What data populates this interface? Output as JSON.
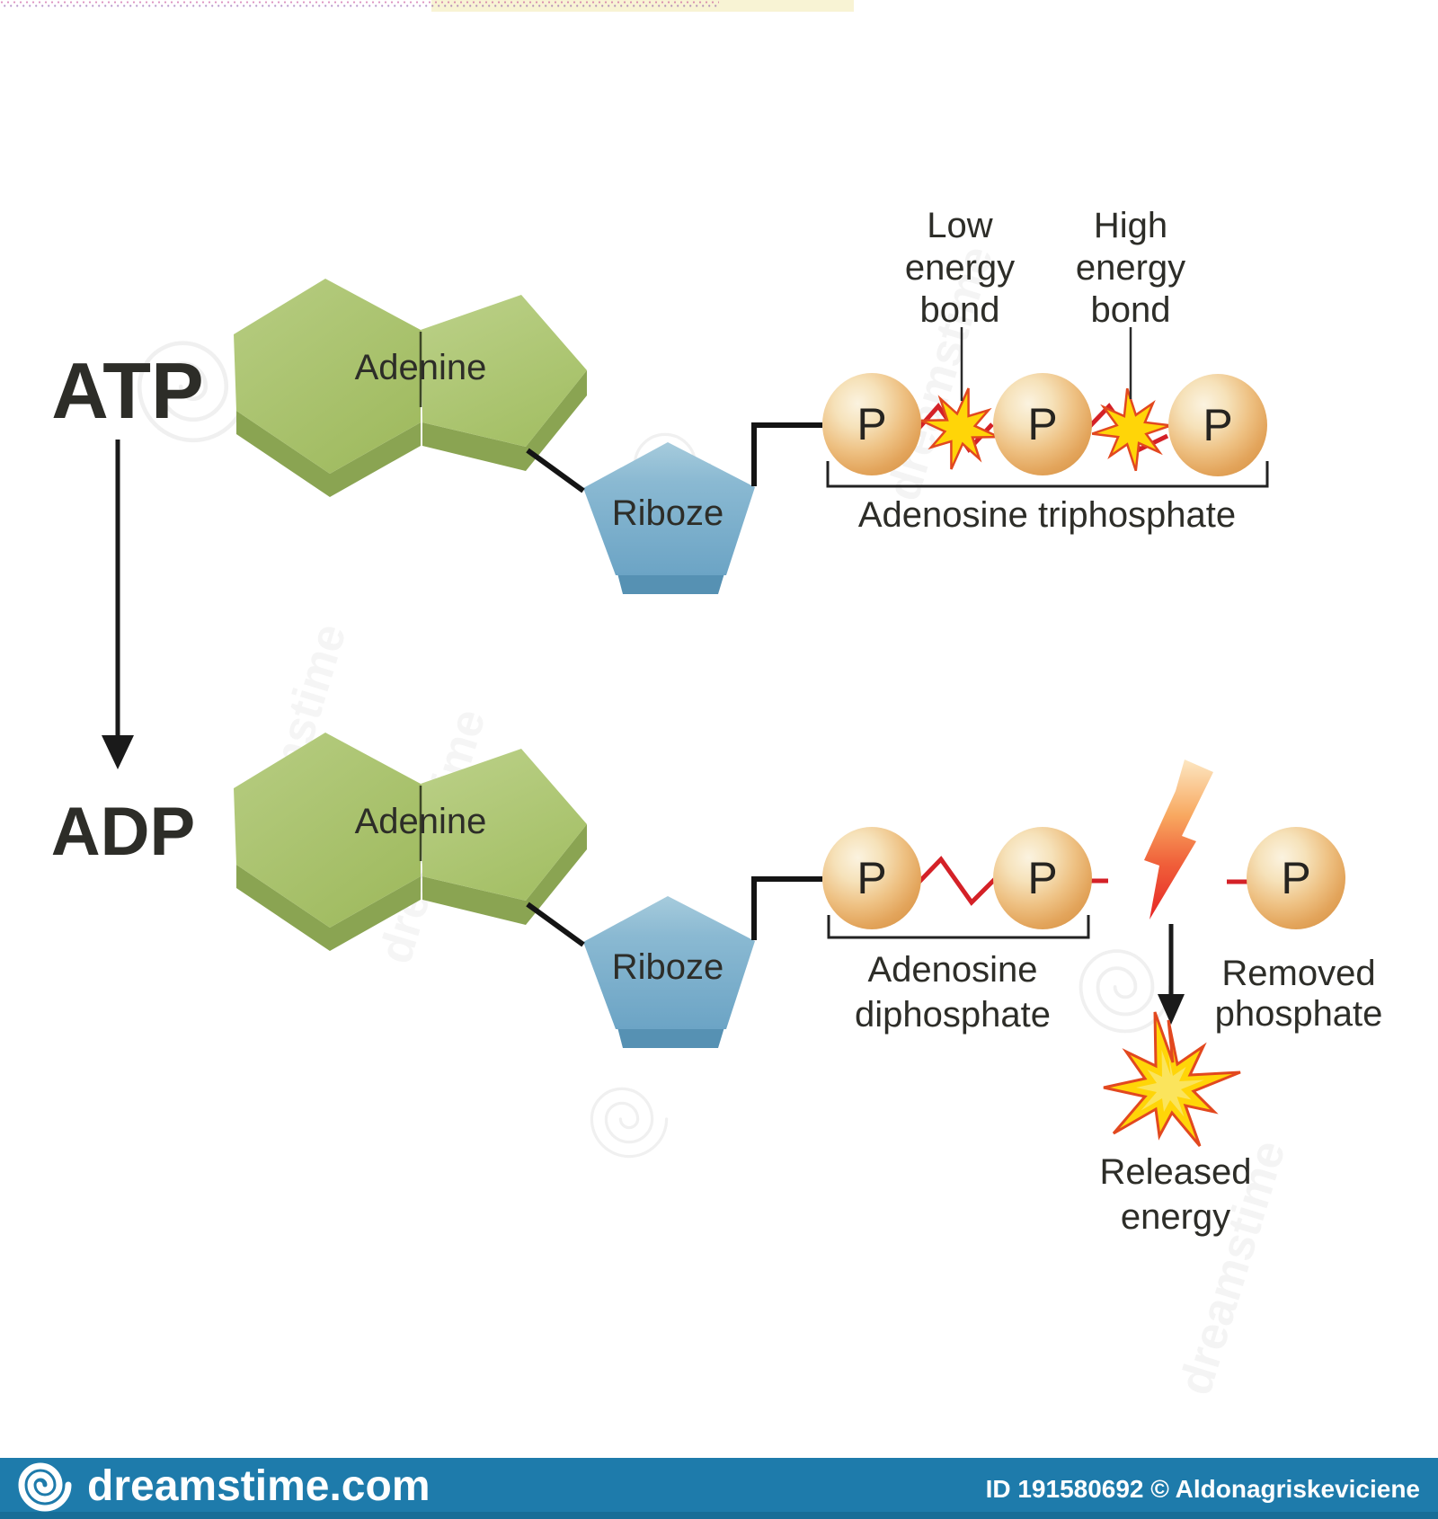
{
  "colors": {
    "green_main": "#a7c169",
    "green_light": "#b8cd85",
    "green_dark": "#8aa452",
    "blue_main": "#7badc9",
    "blue_light": "#a6cbdc",
    "blue_dark": "#5691b3",
    "sphere_light": "#fbf2dd",
    "sphere_dark": "#dc9a4e",
    "bond_red": "#d42127",
    "star_yellow": "#ffd508",
    "star_inner": "#fbe566",
    "star_outline": "#e2481f",
    "lightning_top": "#fce7c2",
    "lightning_bottom": "#e62525",
    "text_dark": "#2d2d28",
    "footer_blue": "#1e7bab",
    "footer_blue_dark": "#186d97"
  },
  "molecule": {
    "adenine_label": "Adenine",
    "ribose_label": "Riboze"
  },
  "atp": {
    "label": "ATP",
    "phosphates": [
      "P",
      "P",
      "P"
    ],
    "low_bond": [
      "Low",
      "energy",
      "bond"
    ],
    "high_bond": [
      "High",
      "energy",
      "bond"
    ],
    "caption": "Adenosine triphosphate"
  },
  "adp": {
    "label": "ADP",
    "phosphates": [
      "P",
      "P"
    ],
    "removed_p": "P",
    "caption": [
      "Adenosine",
      "diphosphate"
    ],
    "removed_label": [
      "Removed",
      "phosphate"
    ],
    "released_label": [
      "Released",
      "energy"
    ]
  },
  "footer": {
    "brand": "dreamstime.com",
    "brand_icon": "dreamstime-spiral-icon",
    "credit": "ID 191580692 © Aldonagriskeviciene"
  },
  "watermark": {
    "text": "dreamstime"
  }
}
